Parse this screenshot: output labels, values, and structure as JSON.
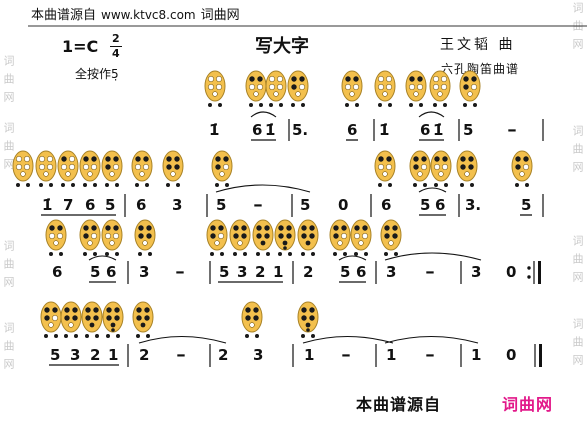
{
  "header": {
    "source_label": "本曲谱源自",
    "site_url": "www.ktvc8.com",
    "site_name": "词曲网"
  },
  "meta": {
    "key": "1=C",
    "time_top": "2",
    "time_bottom": "4",
    "fingering_note": "全按作5̣",
    "title": "写大字",
    "composer": "王文韬 曲",
    "instrument": "六孔陶笛曲谱"
  },
  "watermark": "词曲网",
  "score": {
    "rows": [
      {
        "notes": [
          "1̇",
          "6",
          "1̇",
          "5.",
          "6",
          "1̇",
          "6",
          "1̇",
          "5",
          "-"
        ]
      },
      {
        "notes": [
          "1̇",
          "7",
          "6",
          "5",
          "6",
          "3",
          "5",
          "-",
          "5",
          "0",
          "6",
          "5",
          "6",
          "3.",
          "5"
        ]
      },
      {
        "notes": [
          "6",
          "5",
          "6",
          "3",
          "-",
          "5",
          "3",
          "2",
          "1",
          "2",
          "5",
          "6",
          "3",
          "-",
          "3",
          "0"
        ]
      },
      {
        "notes": [
          "5",
          "3",
          "2",
          "1",
          "2",
          "-",
          "2",
          "3",
          "1",
          "-",
          "1",
          "-",
          "1",
          "0"
        ]
      }
    ]
  },
  "footer": {
    "source_label": "本曲谱源自",
    "site_name": "词曲网"
  },
  "icons": {
    "fingering": "ocarina-fingering-icon"
  },
  "colors": {
    "ink": "#111111",
    "ocarina_body": "#f3c04d",
    "ocarina_outline": "#a98327",
    "footer_site": "#e2198a",
    "watermark": "#c9c9c9"
  }
}
